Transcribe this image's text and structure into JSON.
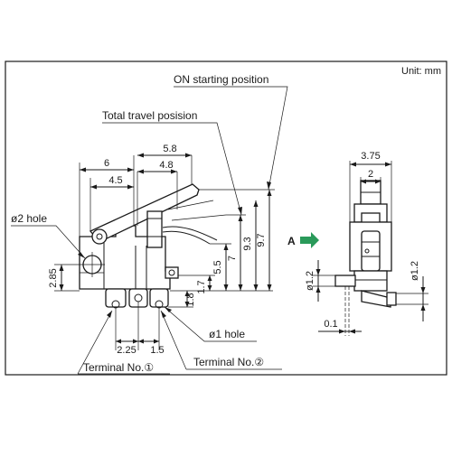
{
  "unit_label": "Unit: mm",
  "callouts": {
    "on_starting_position": "ON starting position",
    "total_travel_position": "Total travel posision",
    "hole_2": "ø2 hole",
    "hole_1": "ø1 hole",
    "terminal_1": "Terminal No.①",
    "terminal_2": "Terminal No.②"
  },
  "view_marker": {
    "label": "A",
    "arrow_color": "#2a9a5a"
  },
  "front_dims": {
    "d_6": "6",
    "d_5_8": "5.8",
    "d_4_8": "4.8",
    "d_4_5": "4.5",
    "d_2_85": "2.85",
    "d_5_5": "5.5",
    "d_1_7": "1.7",
    "d_1_8": "1.8",
    "d_7": "7",
    "d_9_3": "9.3",
    "d_9_7": "9.7",
    "d_2_25": "2.25",
    "d_1_5": "1.5"
  },
  "side_dims": {
    "d_3_75": "3.75",
    "d_2": "2",
    "d_dia_1_2_left": "ø1.2",
    "d_dia_1_2_right": "ø1.2",
    "d_0_1": "0.1"
  }
}
